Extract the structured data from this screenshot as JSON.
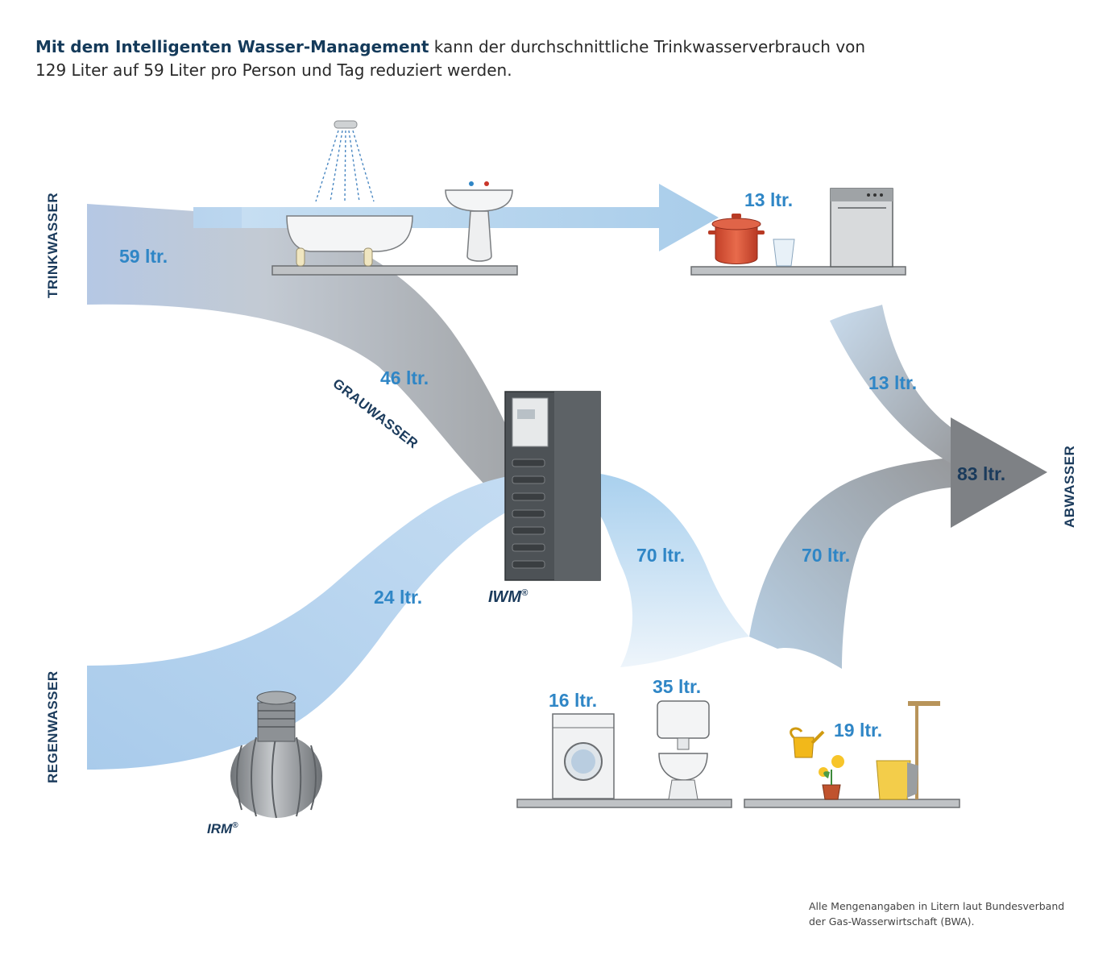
{
  "intro": {
    "highlight": "Mit dem Intelligenten Wasser-Management",
    "rest": "kann der durchschnittliche Trinkwasserverbrauch von 129 Liter auf 59 Liter pro Person und Tag reduziert werden."
  },
  "sources": {
    "trinkwasser": "TRINKWASSER",
    "regenwasser": "REGENWASSER",
    "grauwasser": "GRAUWASSER",
    "abwasser": "ABWASSER"
  },
  "flows": {
    "trink_in": "59 ltr.",
    "kitchen": "13 ltr.",
    "grau": "46 ltr.",
    "regen": "24 ltr.",
    "iwm_out": "70 ltr.",
    "to_abwasser_kitchen": "13 ltr.",
    "to_abwasser_reuse": "70 ltr.",
    "abwasser_total": "83 ltr."
  },
  "consumers": {
    "washing_machine": "16 ltr.",
    "toilet": "35 ltr.",
    "garden_cleaning": "19 ltr."
  },
  "brands": {
    "iwm": "IWM",
    "iwm_mark": "®",
    "irm": "IRM",
    "irm_mark": "®"
  },
  "footnote": "Alle Mengenangaben in Litern laut Bundesverband der Gas-Wasserwirtschaft (BWA).",
  "colors": {
    "clean_water": "#a9cdea",
    "grey_water": "#9ea2a6",
    "amount_blue": "#2f86c6",
    "dark_navy": "#1b3b5c"
  }
}
